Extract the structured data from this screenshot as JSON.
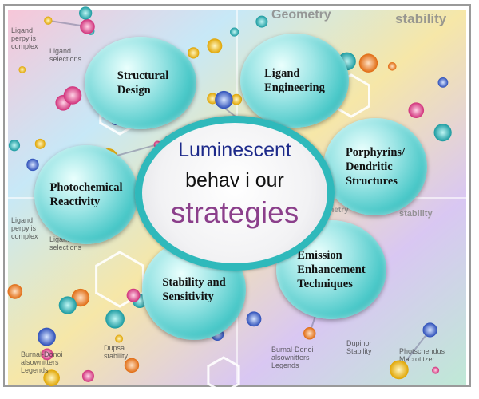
{
  "center": {
    "line1": "Luminescent",
    "line2": "behav i our",
    "line3": "strategies"
  },
  "nodes": [
    {
      "label": "Structural\nDesign"
    },
    {
      "label": "Ligand\nEngineering"
    },
    {
      "label": "Porphyrins/\nDendritic\nStructures"
    },
    {
      "label": "Emission\nEnhancement\nTechniques"
    },
    {
      "label": "Stability and\nSensitivity"
    },
    {
      "label": "Photochemical\nReactivity"
    }
  ],
  "background_text": {
    "geometry": "Geometry",
    "stability": "stability",
    "ligand_complex": "Ligand\nperpylis\ncomplex",
    "ligand_selections": "Ligand\nselections",
    "dupsa_stability": "Dupsa\nstability",
    "burnal_donor": "Burnal-Donoi\nalsownitters\nLegends",
    "photochendus": "Photschendus\nMacrotitzer",
    "dupinor_stability": "Dupinor\nStability"
  },
  "colors": {
    "accent": "#2fb9bb",
    "title_blue": "#1d2a8a",
    "title_purple": "#8b3f8b"
  }
}
